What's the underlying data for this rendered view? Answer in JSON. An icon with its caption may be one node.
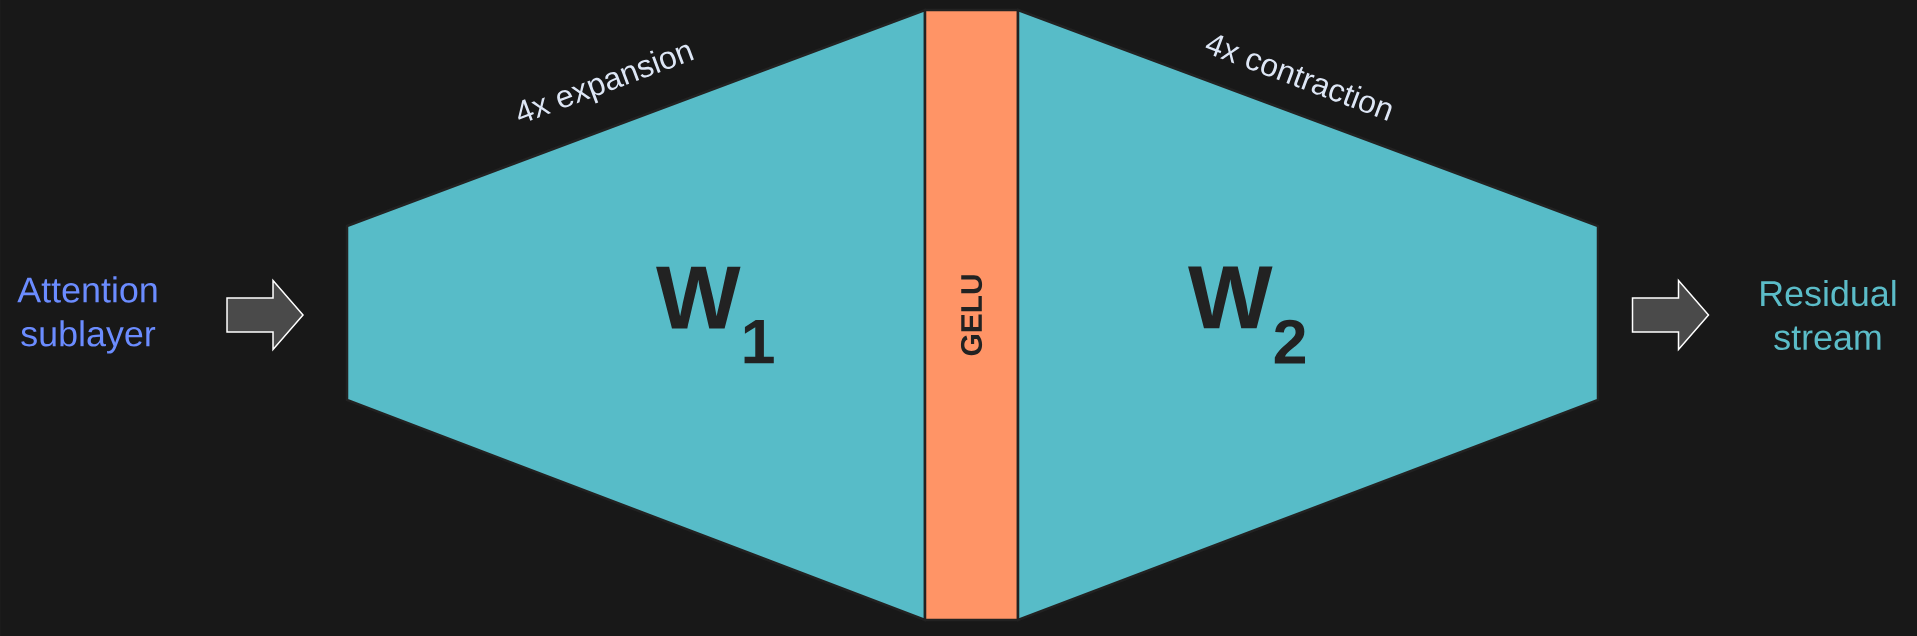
{
  "diagram": {
    "nodes": [
      {
        "text": [
          "Attention sublayer"
        ]
      },
      {
        "text": [
          "W$_{1}$"
        ],
        "beside": [
          "4x expansion"
        ]
      },
      {
        "text": [
          "GELU"
        ]
      },
      {
        "text": [
          "W$_{2}$"
        ],
        "beside": [
          "4x contraction"
        ]
      },
      {
        "text": [
          "Residual stream"
        ]
      }
    ],
    "edges": [
      {
        "from": 0,
        "to": 1,
        "arrow": "to"
      },
      {
        "from": 3,
        "to": 4,
        "arrow": "to"
      }
    ]
  }
}
